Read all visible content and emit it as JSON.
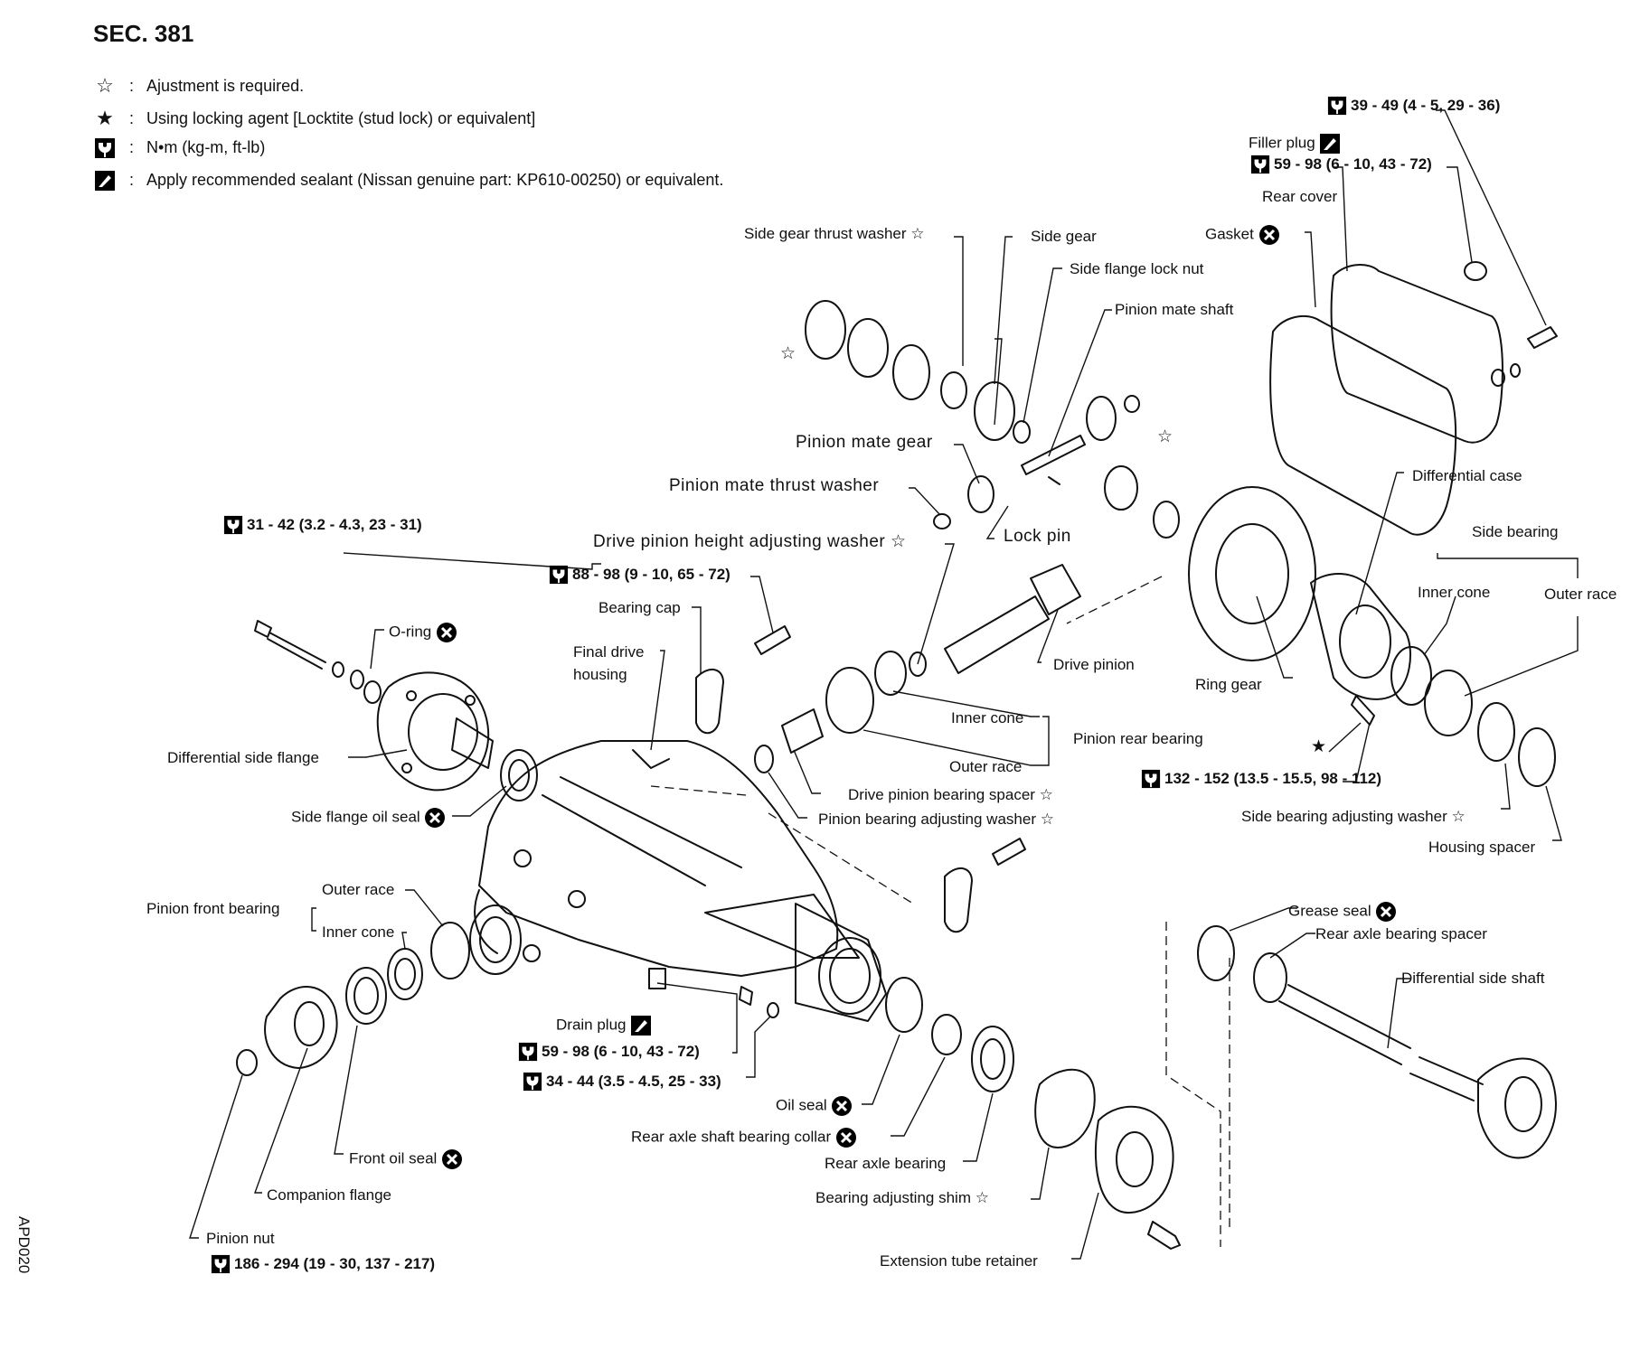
{
  "section_title": "SEC. 381",
  "legend": {
    "adjust": "Ajustment is required.",
    "locking": "Using locking agent [Locktite (stud lock) or equivalent]",
    "torque_unit": "N•m  (kg-m,  ft-lb)",
    "sealant": "Apply recommended sealant (Nissan genuine part: KP610-00250) or equivalent."
  },
  "figure_code": "APD020",
  "labels": {
    "side_gear_thrust_washer": "Side gear thrust washer ☆",
    "side_gear": "Side gear",
    "side_flange_lock_nut": "Side flange lock nut",
    "pinion_mate_shaft": "Pinion mate shaft",
    "pinion_mate_gear": "Pinion  mate  gear",
    "pinion_mate_thrust_washer": "Pinion  mate  thrust  washer",
    "lock_pin": "Lock  pin",
    "drive_pinion_height_adjusting_washer": "Drive  pinion  height  adjusting  washer ☆",
    "bearing_cap": "Bearing cap",
    "final_drive_housing_1": "Final drive",
    "final_drive_housing_2": "housing",
    "o_ring": "O-ring",
    "differential_side_flange": "Differential side flange",
    "side_flange_oil_seal": "Side flange oil seal",
    "pinion_front_bearing": "Pinion front bearing",
    "outer_race_front": "Outer race",
    "inner_cone_front": "Inner cone",
    "drain_plug": "Drain plug",
    "oil_seal": "Oil seal",
    "rear_axle_shaft_bearing_collar": "Rear axle shaft bearing collar",
    "rear_axle_bearing": "Rear axle bearing",
    "bearing_adjusting_shim": "Bearing adjusting shim ☆",
    "extension_tube_retainer": "Extension tube retainer",
    "front_oil_seal": "Front oil seal",
    "companion_flange": "Companion flange",
    "pinion_nut": "Pinion nut",
    "filler_plug": "Filler plug",
    "rear_cover": "Rear cover",
    "gasket": "Gasket",
    "differential_case": "Differential case",
    "side_bearing": "Side bearing",
    "inner_cone_side": "Inner cone",
    "outer_race_side": "Outer race",
    "drive_pinion": "Drive pinion",
    "ring_gear": "Ring gear",
    "inner_cone_rear": "Inner cone",
    "pinion_rear_bearing": "Pinion rear bearing",
    "outer_race_rear": "Outer race",
    "drive_pinion_bearing_spacer": "Drive pinion bearing spacer ☆",
    "pinion_bearing_adjusting_washer": "Pinion bearing adjusting washer ☆",
    "side_bearing_adjusting_washer": "Side bearing adjusting washer ☆",
    "housing_spacer": "Housing spacer",
    "grease_seal": "Grease seal",
    "rear_axle_bearing_spacer": "Rear axle bearing spacer",
    "differential_side_shaft": "Differential side shaft",
    "star_left": "☆",
    "star_mid": "☆",
    "star_solid": "★"
  },
  "torques": {
    "flange_bolt": "31  -  42  (3.2  -  4.3,  23  -  31)",
    "bearing_cap": "88 - 98 (9 - 10, 65 - 72)",
    "drain_plug": "59 - 98 (6 - 10, 43 - 72)",
    "tube_nut": "34 - 44 (3.5 - 4.5, 25 - 33)",
    "pinion_nut": "186 - 294 (19 - 30, 137 - 217)",
    "cover_bolt": "39 - 49 (4 - 5, 29 - 36)",
    "filler_plug": "59 - 98 (6 - 10, 43 - 72)",
    "ring_gear_bolt": "132 - 152 (13.5 - 15.5, 98 - 112)"
  }
}
